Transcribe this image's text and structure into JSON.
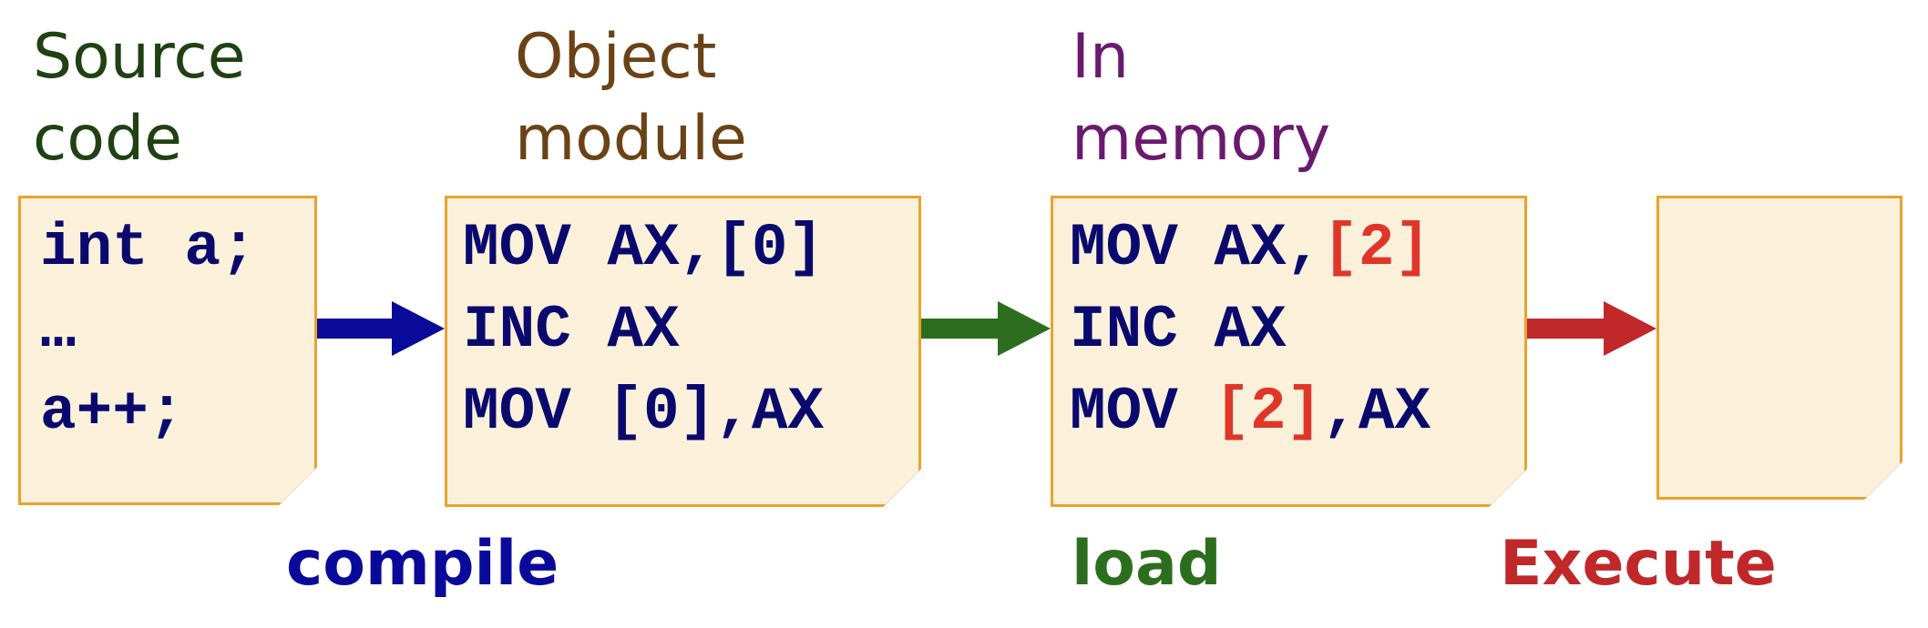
{
  "headings": {
    "source": "Source\ncode",
    "object": "Object\nmodule",
    "memory": "In\nmemory"
  },
  "source_doc": {
    "lines": [
      "int a;",
      "…",
      "a++;"
    ]
  },
  "object_doc": {
    "lines": [
      "MOV AX,[0]",
      "INC AX",
      "MOV [0],AX"
    ]
  },
  "memory_doc": {
    "line1_prefix": "MOV AX,",
    "line1_highlight": "[2]",
    "line2": "INC AX",
    "line3_prefix": "MOV ",
    "line3_highlight": "[2]",
    "line3_suffix": ",AX"
  },
  "steps": {
    "compile": "compile",
    "load": "load",
    "execute": "Execute"
  },
  "colors": {
    "source_heading": "#1f4114",
    "object_heading": "#6b4216",
    "memory_heading": "#6a1a6e",
    "compile": "#0a0a9a",
    "load": "#2c6e1e",
    "execute": "#c0282a",
    "highlight": "#e0362a",
    "code": "#0a0a6e"
  }
}
